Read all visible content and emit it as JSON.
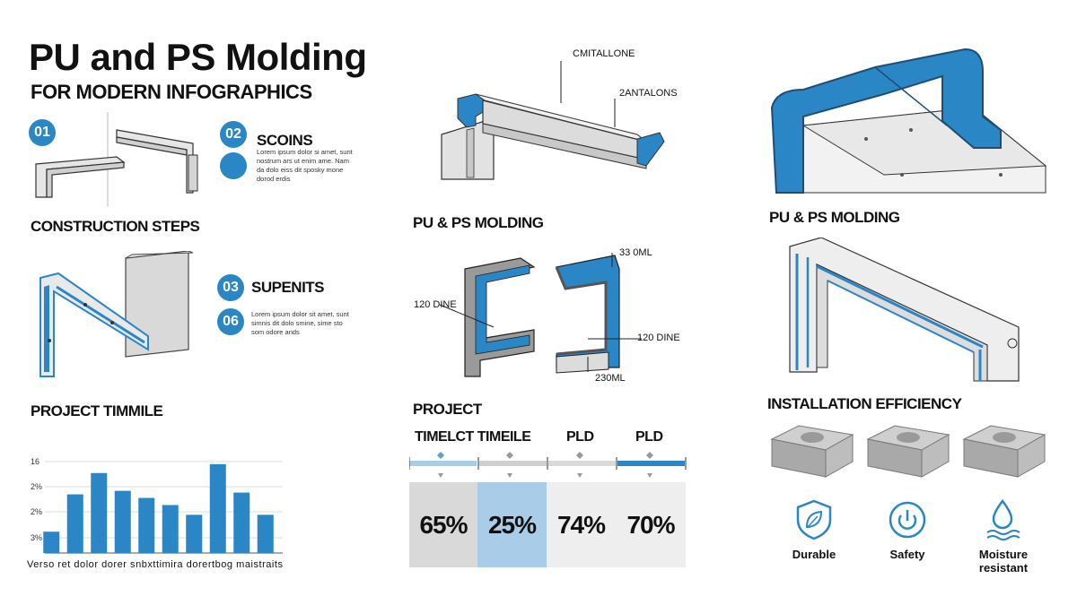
{
  "header": {
    "title": "PU and PS Molding",
    "subtitle": "FOR MODERN INFOGRAPHICS"
  },
  "steps": [
    {
      "number": "01"
    },
    {
      "number": "02",
      "label": "SCOINS",
      "text": "Lorem ipsum dolor si amet, sunt nostrum ars ut enim ame. Nam da dolo eiss dit sposky mone dorod erdis"
    },
    {
      "number": "03",
      "label": "SUPENITS"
    },
    {
      "number": "06",
      "text": "Lorem ipsum dolor sit amet, sunt simnis dit dolo smine, sime sto som odore ands"
    }
  ],
  "sections": {
    "construction": "CONSTRUCTION STEPS",
    "timeline_left": "PROJECT TIMMILE",
    "pu_ps_center": "PU & PS MOLDING",
    "pu_ps_right": "PU & PS MOLDING",
    "project": "PROJECT",
    "installation": "INSTALLATION EFFICIENCY"
  },
  "callouts": {
    "top_1": "CMITALLONE",
    "top_2": "2ANTALONS",
    "profile_top": "33 0ML",
    "profile_left": "120 DINE",
    "profile_right": "120 DINE",
    "profile_bottom": "230ML"
  },
  "chart_data": {
    "type": "bar",
    "ytick_labels": [
      "16",
      "2%",
      "2%",
      "3%"
    ],
    "xlabel": "Verso ret dolor dorer snbxttimira dorertbog maistraits",
    "values": [
      24,
      66,
      90,
      70,
      62,
      54,
      43,
      100,
      68,
      43
    ],
    "ylim": [
      0,
      115
    ],
    "grid": true,
    "color": "#2b86c5"
  },
  "timeline": {
    "headers": [
      "TIMELCT TIMEILE",
      "PLD",
      "PLD"
    ],
    "cells": [
      {
        "value": "65%",
        "color": "#d9d9d9"
      },
      {
        "value": "25%",
        "color": "#a9cde9"
      },
      {
        "value": "74%",
        "color": "#eeeeee"
      },
      {
        "value": "70%",
        "color": "#eeeeee"
      }
    ]
  },
  "features": [
    {
      "icon": "shield-leaf-icon",
      "label": "Durable"
    },
    {
      "icon": "power-icon",
      "label": "Safety"
    },
    {
      "icon": "water-drop-icon",
      "label": "Moisture resistant"
    }
  ],
  "colors": {
    "accent": "#2b86c5",
    "grey": "#d0d0d0"
  }
}
